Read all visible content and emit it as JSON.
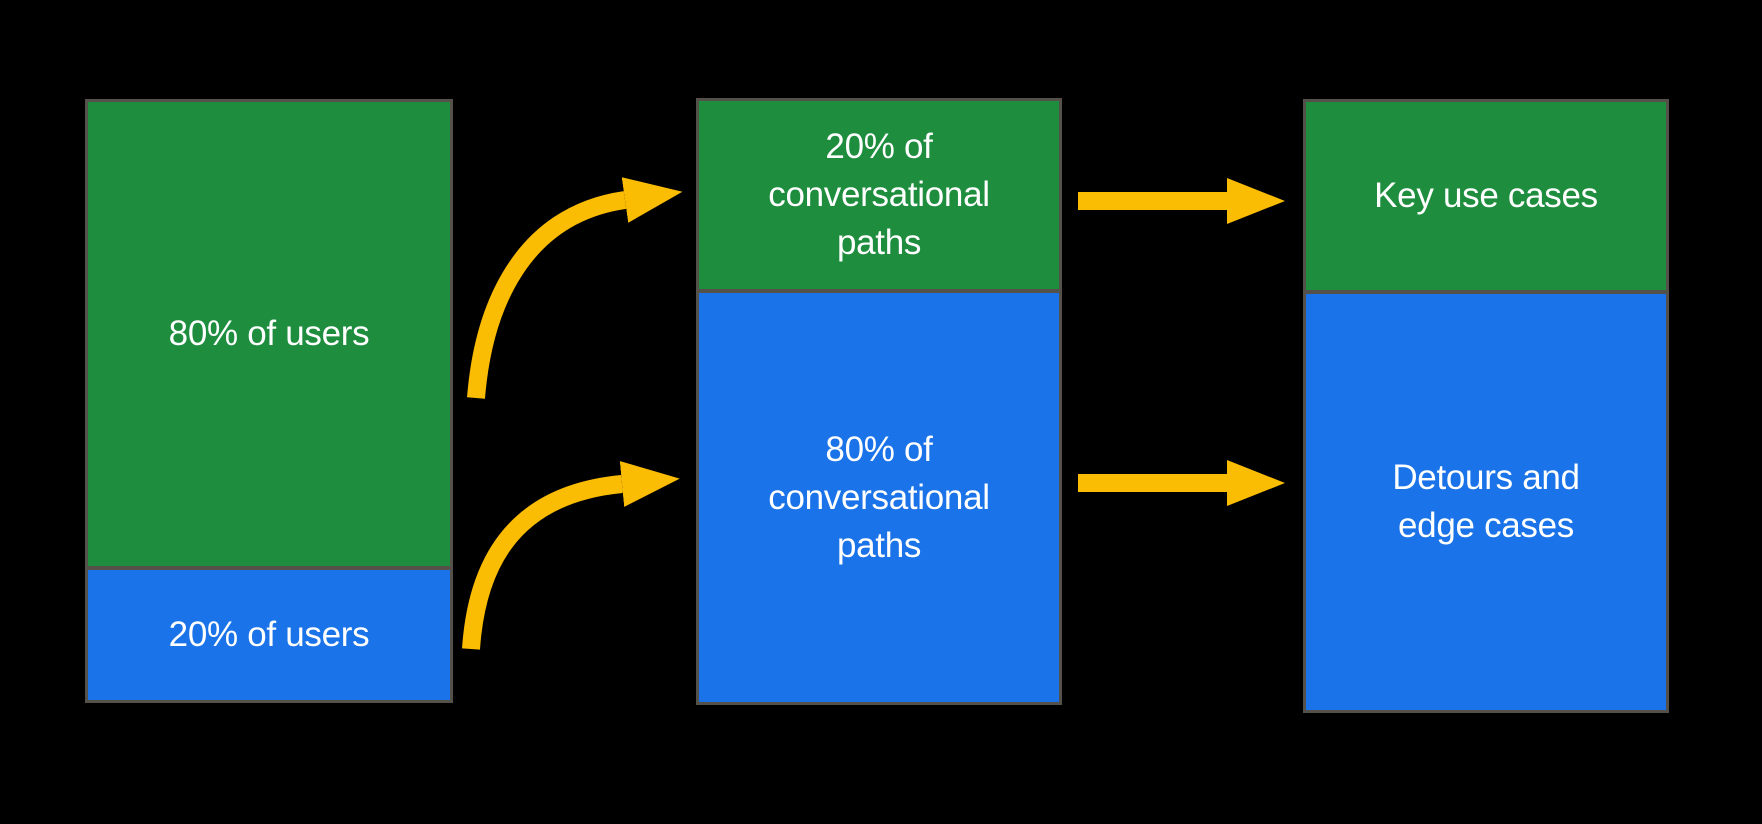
{
  "colors": {
    "bg": "#000000",
    "border": "#54514B",
    "green": "#1E8E3E",
    "blue": "#1A73E8",
    "arrow": "#FBBC04",
    "text": "#FFFFFF"
  },
  "diagram": {
    "description": "Flow diagram: share of users mapped to share of conversational paths mapped to outcome types",
    "columns": [
      {
        "name": "users",
        "segments": [
          {
            "value_pct": 80,
            "color": "green",
            "lines": [
              "80% of users"
            ]
          },
          {
            "value_pct": 20,
            "color": "blue",
            "lines": [
              "20% of users"
            ]
          }
        ]
      },
      {
        "name": "conversational-paths",
        "segments": [
          {
            "value_pct": 20,
            "color": "green",
            "lines": [
              "20% of",
              "conversational",
              "paths"
            ]
          },
          {
            "value_pct": 80,
            "color": "blue",
            "lines": [
              "80% of",
              "conversational",
              "paths"
            ]
          }
        ]
      },
      {
        "name": "outcomes",
        "segments": [
          {
            "color": "green",
            "lines": [
              "Key use cases"
            ]
          },
          {
            "color": "blue",
            "lines": [
              "Detours and",
              "edge cases"
            ]
          }
        ]
      }
    ],
    "arrows": [
      {
        "type": "curved",
        "from": "80% of users",
        "to": "20% of conversational paths"
      },
      {
        "type": "curved",
        "from": "20% of users",
        "to": "80% of conversational paths"
      },
      {
        "type": "straight",
        "from": "20% of conversational paths",
        "to": "Key use cases"
      },
      {
        "type": "straight",
        "from": "80% of conversational paths",
        "to": "Detours and edge cases"
      }
    ]
  }
}
